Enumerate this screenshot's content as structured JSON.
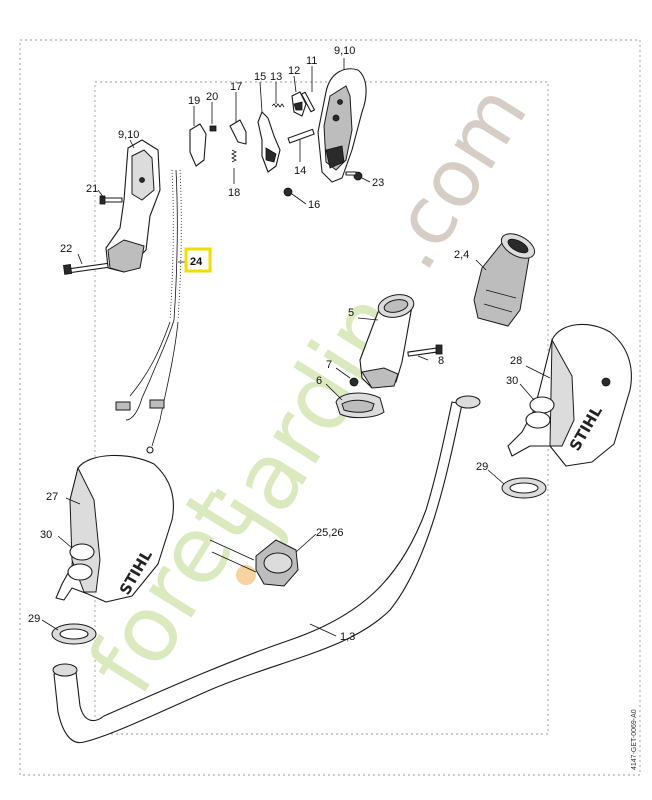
{
  "watermark": {
    "part1": "foret",
    "part2": "jardin",
    "part3": ".com"
  },
  "brand_text": "STIHL",
  "document_id": "4147-GET-0069-A0",
  "highlighted_part": "24",
  "labels": {
    "p9_10_top": "9,10",
    "p11": "11",
    "p12": "12",
    "p13": "13",
    "p15": "15",
    "p17": "17",
    "p20": "20",
    "p19": "19",
    "p9_10_left": "9,10",
    "p21": "21",
    "p18": "18",
    "p14": "14",
    "p16": "16",
    "p23": "23",
    "p22": "22",
    "p24": "24",
    "p2_4": "2,4",
    "p5": "5",
    "p8": "8",
    "p7": "7",
    "p6": "6",
    "p28": "28",
    "p30_right": "30",
    "p29_right": "29",
    "p27": "27",
    "p30_left": "30",
    "p25_26": "25,26",
    "p29_left": "29",
    "p1_3": "1,3"
  }
}
